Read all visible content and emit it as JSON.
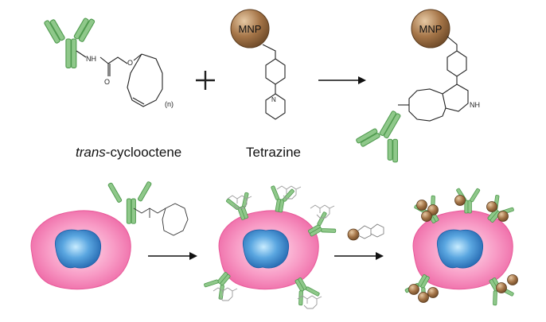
{
  "labels": {
    "trans_prefix": "trans",
    "trans_suffix": "-cyclooctene",
    "tetrazine": "Tetrazine",
    "mnp": "MNP",
    "ring_n": "(n)",
    "nh": "NH",
    "nh_ring": "NH",
    "o": "O",
    "o2": "O",
    "n": "N"
  },
  "colors": {
    "antibody": "#8fc88a",
    "antibody_stroke": "#4f9a4e",
    "mnp": "#9a6b3f",
    "cell_outer": "#f26aa7",
    "cell_inner": "#fbb8d6",
    "nucleus": "#2f78c0",
    "nucleus_light": "#9fd0f2",
    "bond": "#222222"
  }
}
